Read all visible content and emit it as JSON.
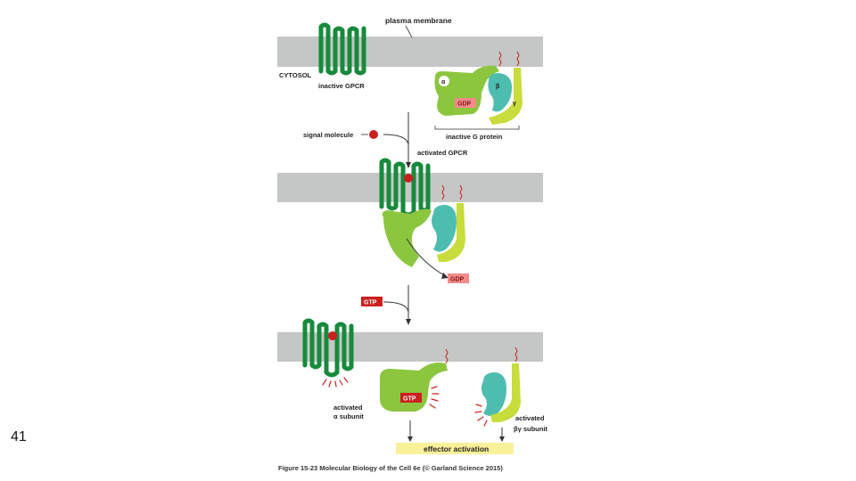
{
  "slide": {
    "number": "41"
  },
  "diagram": {
    "labels": {
      "plasma_membrane": "plasma membrane",
      "cytosol": "CYTOSOL",
      "inactive_gpcr": "inactive GPCR",
      "inactive_g_protein": "inactive G protein",
      "signal_molecule": "signal molecule",
      "activated_gpcr": "activated GPCR",
      "activated_alpha_line1": "activated",
      "activated_alpha_line2": "α subunit",
      "activated_bg_line1": "activated",
      "activated_bg_line2": "βγ subunit",
      "effector_activation": "effector activation",
      "caption": "Figure 15-23 Molecular Biology of the Cell 6e (© Garland Science 2015)"
    },
    "subunit_letters": {
      "alpha": "α",
      "beta": "β",
      "gamma": "γ"
    },
    "badges": {
      "gdp_bound": "GDP",
      "gdp_released": "GDP",
      "gtp_free": "GTP",
      "gtp_bound": "GTP"
    },
    "colors": {
      "membrane": "#c4c7c5",
      "gpcr": "#178a3c",
      "alpha_subunit": "#8cc63f",
      "beta_subunit": "#4dbdb0",
      "gamma_subunit": "#c8dc3c",
      "signal_molecule": "#cc1f1f",
      "gdp_badge": "#f28b8b",
      "gtp_badge": "#cc1f1f",
      "effector_box": "#fbf09a"
    }
  }
}
